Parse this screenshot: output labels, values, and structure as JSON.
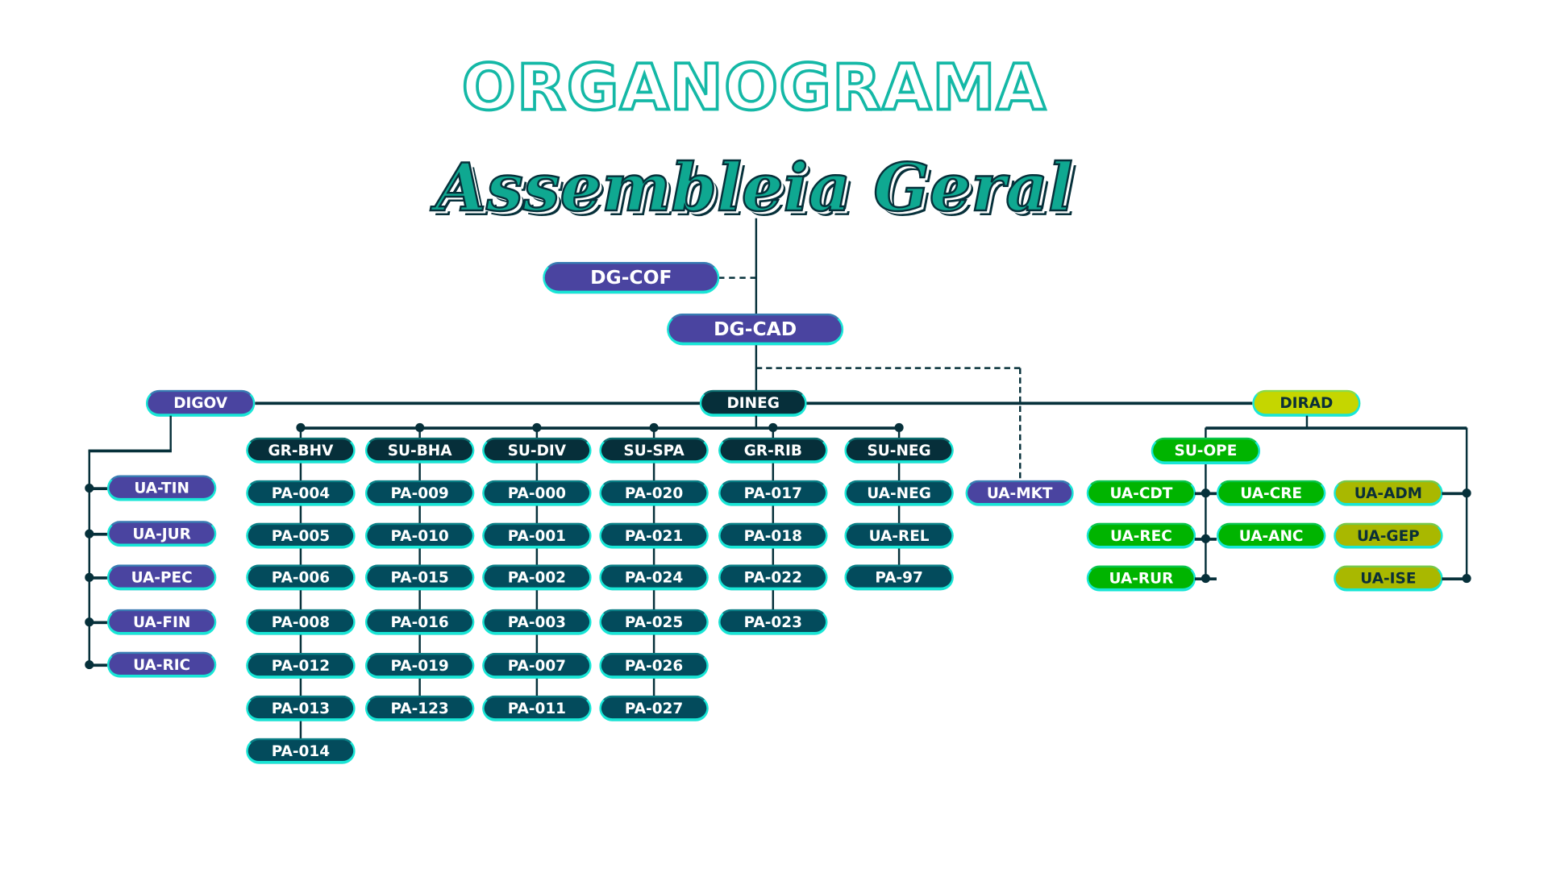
{
  "title": "ORGANOGRAMA",
  "subtitle": "Assembleia Geral",
  "top": {
    "dg_cof": "DG-COF",
    "dg_cad": "DG-CAD"
  },
  "directorates": {
    "digov": "DIGOV",
    "dineg": "DINEG",
    "dirad": "DIRAD"
  },
  "digov_units": [
    "UA-TIN",
    "UA-JUR",
    "UA-PEC",
    "UA-FIN",
    "UA-RIC"
  ],
  "dineg_columns": [
    {
      "head": "GR-BHV",
      "items": [
        "PA-004",
        "PA-005",
        "PA-006",
        "PA-008",
        "PA-012",
        "PA-013",
        "PA-014"
      ]
    },
    {
      "head": "SU-BHA",
      "items": [
        "PA-009",
        "PA-010",
        "PA-015",
        "PA-016",
        "PA-019",
        "PA-123"
      ]
    },
    {
      "head": "SU-DIV",
      "items": [
        "PA-000",
        "PA-001",
        "PA-002",
        "PA-003",
        "PA-007",
        "PA-011"
      ]
    },
    {
      "head": "SU-SPA",
      "items": [
        "PA-020",
        "PA-021",
        "PA-024",
        "PA-025",
        "PA-026",
        "PA-027"
      ]
    },
    {
      "head": "GR-RIB",
      "items": [
        "PA-017",
        "PA-018",
        "PA-022",
        "PA-023"
      ]
    },
    {
      "head": "SU-NEG",
      "items": [
        "UA-NEG",
        "UA-REL",
        "PA-97"
      ]
    }
  ],
  "ua_mkt": "UA-MKT",
  "dirad": {
    "su_ope": "SU-OPE",
    "ope_units": [
      "UA-CDT",
      "UA-CRE",
      "UA-REC",
      "UA-ANC",
      "UA-RUR"
    ],
    "admin_units": [
      "UA-ADM",
      "UA-GEP",
      "UA-ISE"
    ]
  },
  "colors": {
    "title": "#14b8a6",
    "purple": "#4a44a0",
    "dark": "#062f3a",
    "teal": "#034b5c",
    "green": "#00b400",
    "lime": "#c5d600",
    "olive": "#a9b800",
    "border": "#18e6d6"
  }
}
